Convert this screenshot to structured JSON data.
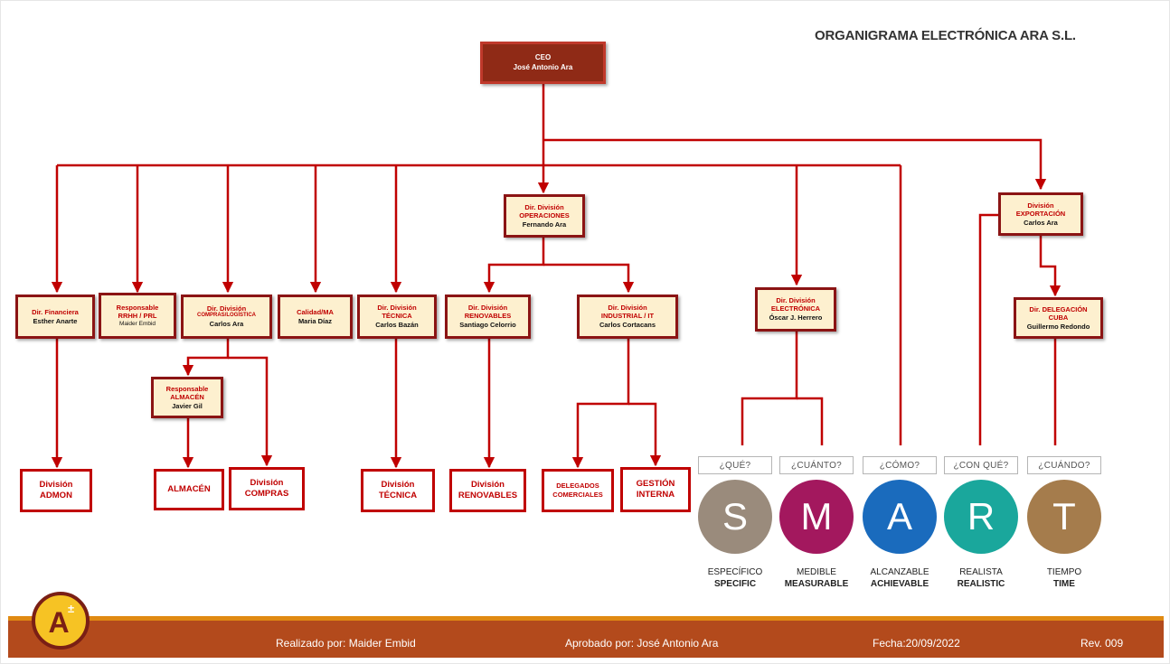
{
  "title": "ORGANIGRAMA ELECTRÓNICA ARA S.L.",
  "colors": {
    "line": "#c00000",
    "box_fill": "#fdf0cf",
    "box_border": "#8b1414",
    "ceo_fill": "#8f2a16",
    "footer": "#b34a1c",
    "footer_accent": "#e08a12",
    "logo": "#f6c324"
  },
  "ceo": {
    "role": "CEO",
    "name": "José Antonio Ara"
  },
  "boxes": {
    "financiera": {
      "role": "Dir. Financiera",
      "name": "Esther Anarte"
    },
    "rrhh": {
      "role1": "Responsable",
      "role2": "RRHH / PRL",
      "name": "Maider Embid"
    },
    "compras": {
      "role1": "Dir. División",
      "role2": "COMPRAS/LOGÍSTICA",
      "name": "Carlos Ara"
    },
    "calidad": {
      "role": "Calidad/MA",
      "name": "Maria Díaz"
    },
    "tecnica": {
      "role1": "Dir. División",
      "role2": "TÉCNICA",
      "name": "Carlos Bazán"
    },
    "operaciones": {
      "role1": "Dir. División",
      "role2": "OPERACIONES",
      "name": "Fernando Ara"
    },
    "renovables": {
      "role1": "Dir. División",
      "role2": "RENOVABLES",
      "name": "Santiago Celorrio"
    },
    "industrial": {
      "role1": "Dir. División",
      "role2": "INDUSTRIAL / IT",
      "name": "Carlos Cortacans"
    },
    "electronica": {
      "role1": "Dir. División",
      "role2": "ELECTRÓNICA",
      "name": "Óscar J. Herrero"
    },
    "exportacion": {
      "role1": "División",
      "role2": "EXPORTACIÓN",
      "name": "Carlos Ara"
    },
    "cuba": {
      "role1": "Dir. DELEGACIÓN",
      "role2": "CUBA",
      "name": "Guillermo Redondo"
    },
    "almacen_resp": {
      "role1": "Responsable",
      "role2": "ALMACÉN",
      "name": "Javier Gil"
    }
  },
  "divisions": {
    "admon": {
      "l1": "División",
      "l2": "ADMON"
    },
    "almacen": {
      "l1": "ALMACÉN"
    },
    "compras": {
      "l1": "División",
      "l2": "COMPRAS"
    },
    "tecnica": {
      "l1": "División",
      "l2": "TÉCNICA"
    },
    "renovables": {
      "l1": "División",
      "l2": "RENOVABLES"
    },
    "delegados": {
      "l1": "DELEGADOS",
      "l2": "COMERCIALES"
    },
    "gestion": {
      "l1": "GESTIÓN",
      "l2": "INTERNA"
    }
  },
  "smart": [
    {
      "question": "¿QUÉ?",
      "letter": "S",
      "es": "ESPECÍFICO",
      "en": "SPECIFIC",
      "color": "#9a8b7c"
    },
    {
      "question": "¿CUÁNTO?",
      "letter": "M",
      "es": "MEDIBLE",
      "en": "MEASURABLE",
      "color": "#a3185e"
    },
    {
      "question": "¿CÓMO?",
      "letter": "A",
      "es": "ALCANZABLE",
      "en": "ACHIEVABLE",
      "color": "#1a6bbd"
    },
    {
      "question": "¿CON QUÉ?",
      "letter": "R",
      "es": "REALISTA",
      "en": "REALISTIC",
      "color": "#1aa79c"
    },
    {
      "question": "¿CUÁNDO?",
      "letter": "T",
      "es": "TIEMPO",
      "en": "TIME",
      "color": "#a57c4c"
    }
  ],
  "footer": {
    "made_by": "Realizado por: Maider Embid",
    "approved_by": "Aprobado por: José Antonio Ara",
    "date": "Fecha:20/09/2022",
    "rev": "Rev. 009",
    "logo_letter": "A",
    "logo_mark": "±"
  }
}
